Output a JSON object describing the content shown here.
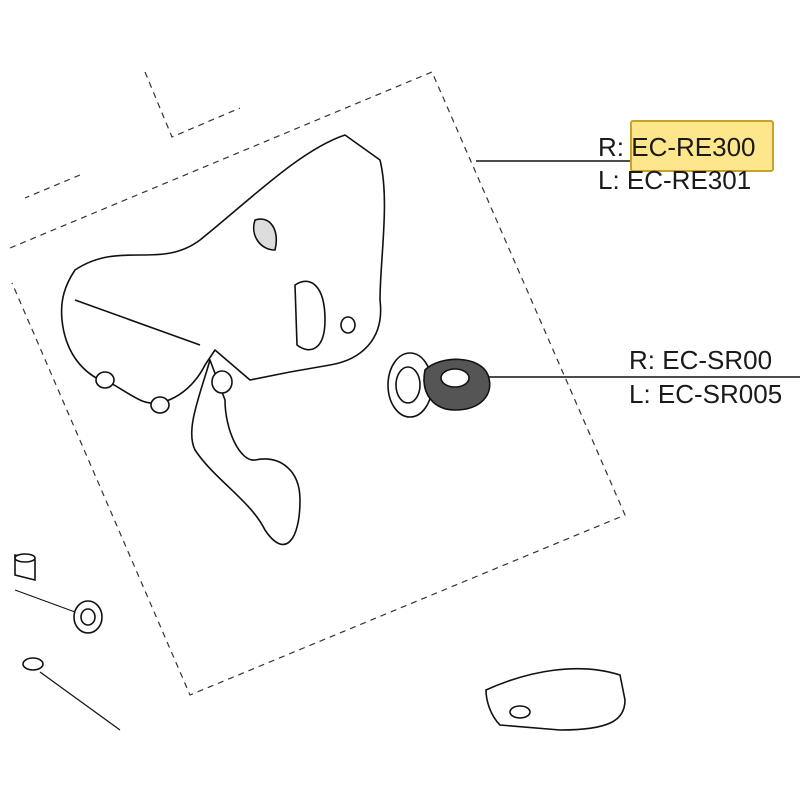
{
  "callouts": {
    "lever": {
      "right": "R: EC-RE300",
      "left": "L: EC-RE301",
      "highlighted": "EC-RE300"
    },
    "cap": {
      "right": "R: EC-SR00",
      "left": "L: EC-SR005"
    }
  },
  "colors": {
    "highlight": "#fde68c",
    "highlight_border": "#c9a227",
    "line": "#1a1a1a"
  }
}
